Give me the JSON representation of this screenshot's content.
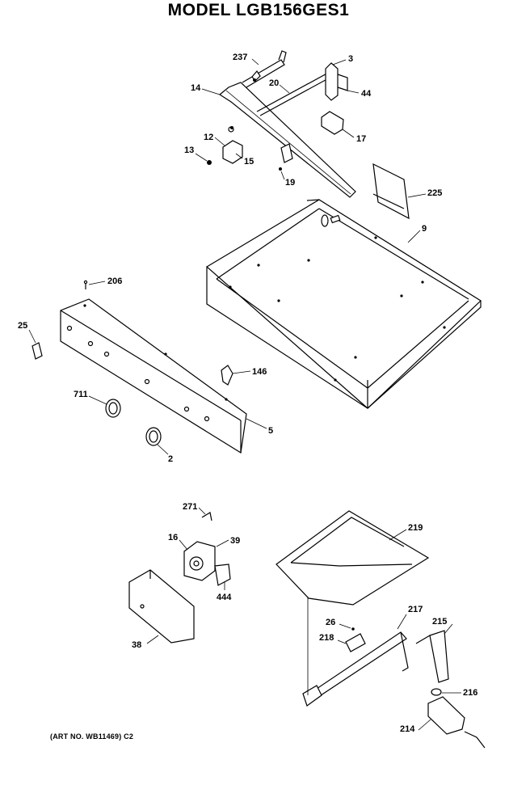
{
  "header": {
    "title": "MODEL LGB156GES1"
  },
  "footer": {
    "art_number": "(ART NO. WB11469) C2"
  },
  "callouts": [
    {
      "id": "237",
      "label": "237"
    },
    {
      "id": "3",
      "label": "3"
    },
    {
      "id": "20",
      "label": "20"
    },
    {
      "id": "14",
      "label": "14"
    },
    {
      "id": "44",
      "label": "44"
    },
    {
      "id": "12",
      "label": "12"
    },
    {
      "id": "17",
      "label": "17"
    },
    {
      "id": "13",
      "label": "13"
    },
    {
      "id": "15",
      "label": "15"
    },
    {
      "id": "19",
      "label": "19"
    },
    {
      "id": "225",
      "label": "225"
    },
    {
      "id": "9",
      "label": "9"
    },
    {
      "id": "206",
      "label": "206"
    },
    {
      "id": "25",
      "label": "25"
    },
    {
      "id": "146",
      "label": "146"
    },
    {
      "id": "711",
      "label": "711"
    },
    {
      "id": "5",
      "label": "5"
    },
    {
      "id": "2",
      "label": "2"
    },
    {
      "id": "271",
      "label": "271"
    },
    {
      "id": "16",
      "label": "16"
    },
    {
      "id": "39",
      "label": "39"
    },
    {
      "id": "444",
      "label": "444"
    },
    {
      "id": "38",
      "label": "38"
    },
    {
      "id": "219",
      "label": "219"
    },
    {
      "id": "217",
      "label": "217"
    },
    {
      "id": "26",
      "label": "26"
    },
    {
      "id": "215",
      "label": "215"
    },
    {
      "id": "218",
      "label": "218"
    },
    {
      "id": "216",
      "label": "216"
    },
    {
      "id": "214",
      "label": "214"
    }
  ]
}
